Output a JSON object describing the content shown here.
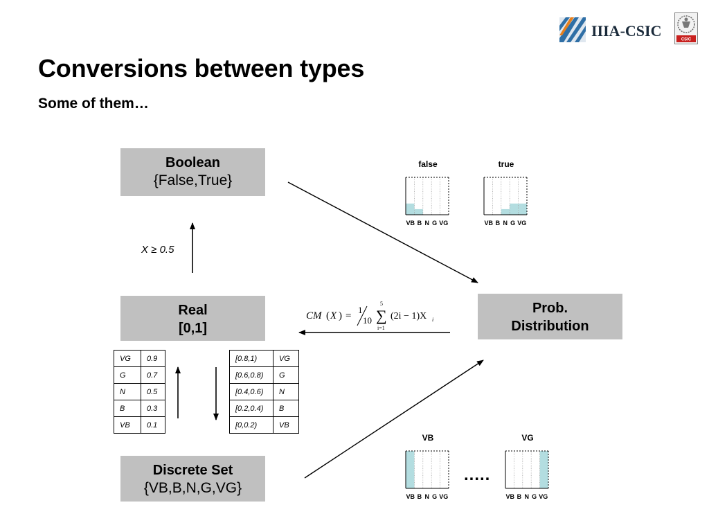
{
  "header": {
    "logo_text": "IIIA-CSIC",
    "seal_label": "CSIC",
    "colors": {
      "brand_blue": "#2f6fa6",
      "brand_orange": "#e6801e"
    }
  },
  "title": "Conversions between types",
  "subtitle": "Some of them…",
  "boxes": {
    "boolean": {
      "name": "Boolean",
      "values": "{False,True}"
    },
    "real": {
      "name": "Real",
      "values": "[0,1]"
    },
    "prob": {
      "name_line1": "Prob.",
      "name_line2": "Distribution"
    },
    "discrete": {
      "name": "Discrete Set",
      "values": "{VB,B,N,G,VG}"
    }
  },
  "threshold_label": "X ≥ 0.5",
  "formula": {
    "lhs": "CM",
    "arg": "X",
    "eq": "=",
    "num": "1",
    "den": "10",
    "sum_top": "5",
    "sum_bottom": "i=1",
    "body": "(2i − 1)X",
    "sub": "i"
  },
  "discrete_to_real_table": [
    {
      "label": "VG",
      "value": "0.9"
    },
    {
      "label": "G",
      "value": "0.7"
    },
    {
      "label": "N",
      "value": "0.5"
    },
    {
      "label": "B",
      "value": "0.3"
    },
    {
      "label": "VB",
      "value": "0.1"
    }
  ],
  "real_to_discrete_table": [
    {
      "range": "[0.8,1)",
      "label": "VG"
    },
    {
      "range": "[0.6,0.8)",
      "label": "G"
    },
    {
      "range": "[0.4,0.6)",
      "label": "N"
    },
    {
      "range": "[0.2,0.4)",
      "label": "B"
    },
    {
      "range": "[0,0.2)",
      "label": "VB"
    }
  ],
  "histograms": {
    "categories": [
      "VB",
      "B",
      "N",
      "G",
      "VG"
    ],
    "fill_color": "#b3dde0",
    "false": {
      "caption": "false",
      "levels": [
        0.3,
        0.15,
        0,
        0,
        0
      ]
    },
    "true": {
      "caption": "true",
      "levels": [
        0,
        0,
        0.15,
        0.3,
        0.3
      ]
    },
    "vb": {
      "caption": "VB",
      "levels": [
        1,
        0,
        0,
        0,
        0
      ]
    },
    "vg": {
      "caption": "VG",
      "levels": [
        0,
        0,
        0,
        0,
        1
      ]
    }
  },
  "ellipsis": "....."
}
